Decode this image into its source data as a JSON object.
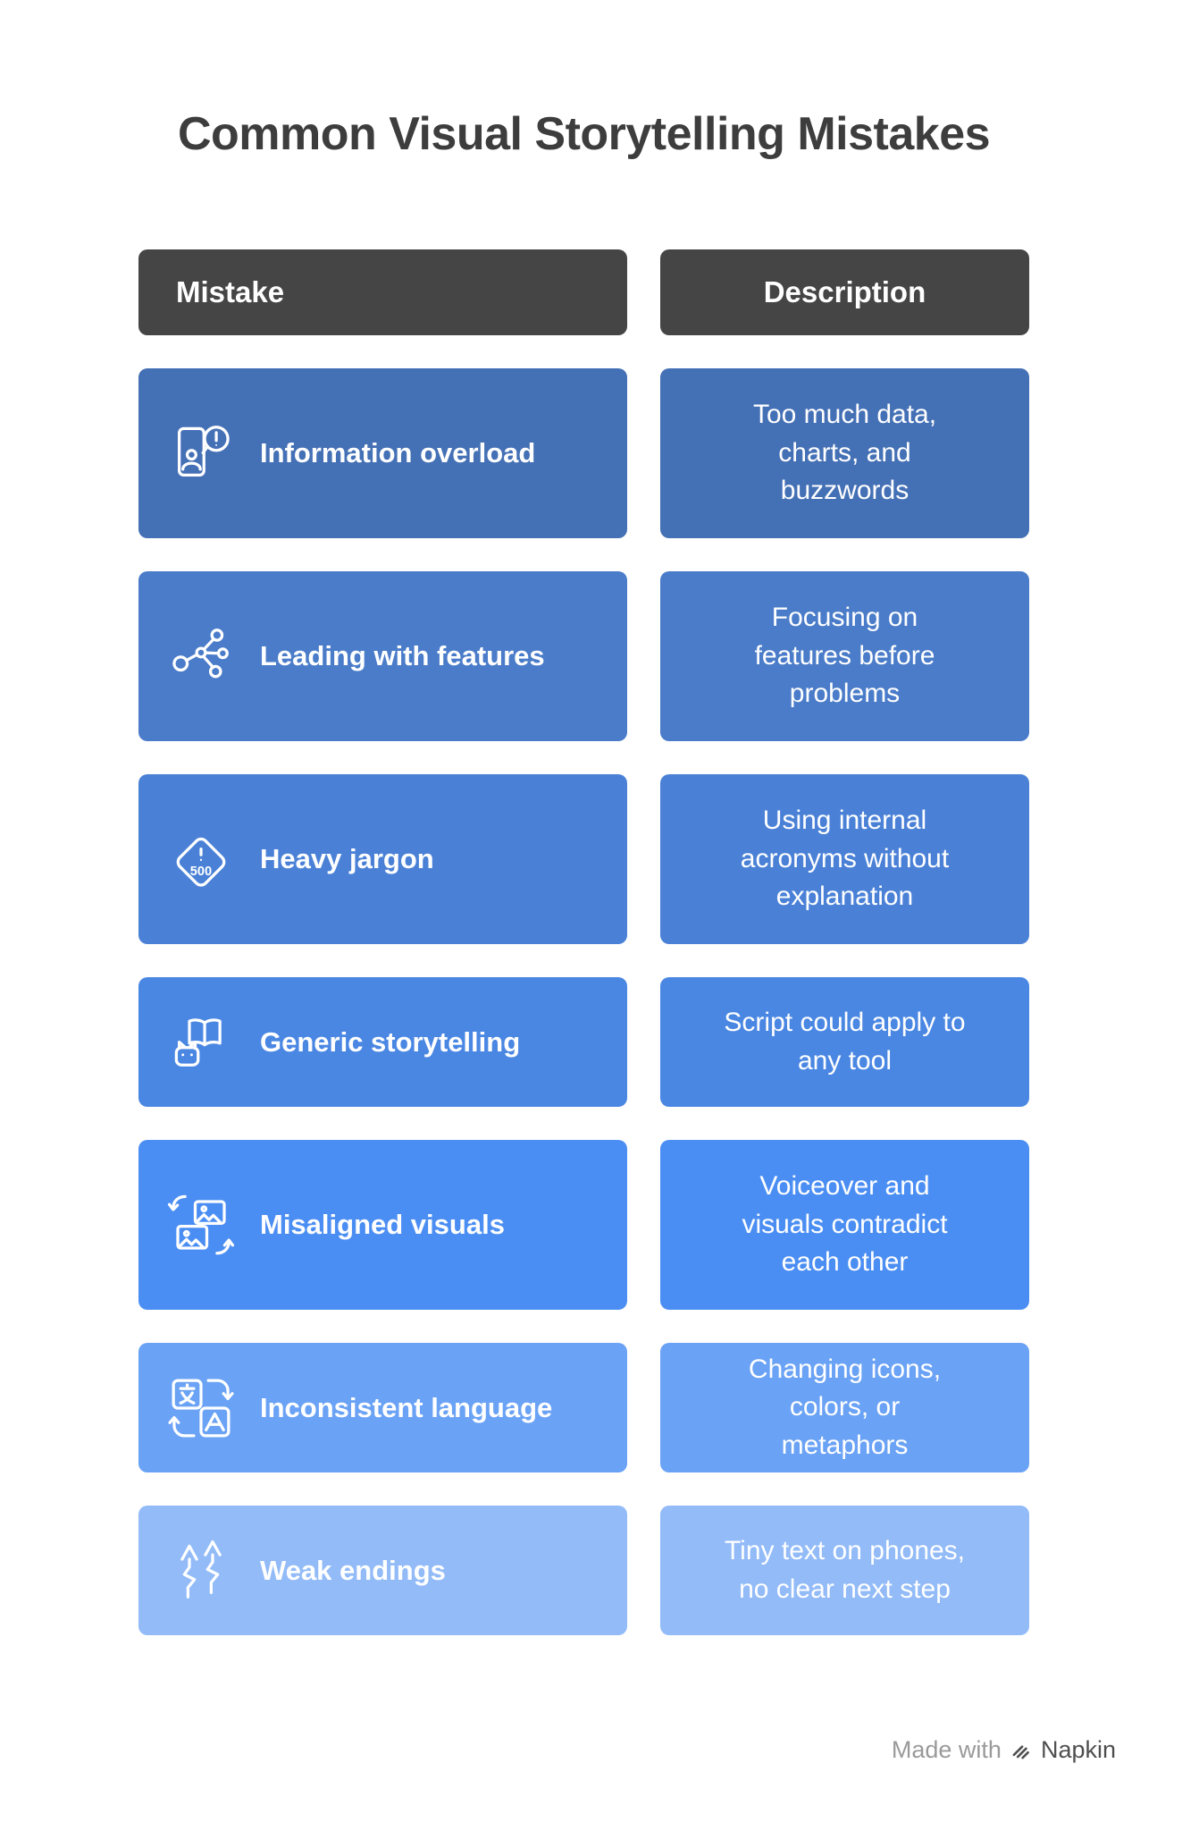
{
  "title": "Common Visual Storytelling Mistakes",
  "colors": {
    "page_bg": "#ffffff",
    "title_text": "#3d3d3d",
    "header_bg": "#454545",
    "row_text": "#ffffff"
  },
  "table": {
    "headers": [
      {
        "label": "Mistake"
      },
      {
        "label": "Description"
      }
    ],
    "rows": [
      {
        "mistake": "Information overload",
        "description": "Too much data, charts, and buzzwords",
        "icon": "phone-alert-icon",
        "color": "#4470b5"
      },
      {
        "mistake": "Leading with features",
        "description": "Focusing on features before problems",
        "icon": "network-nodes-icon",
        "color": "#4a7cc9"
      },
      {
        "mistake": "Heavy jargon",
        "description": "Using internal acronyms without explanation",
        "icon": "road-sign-500-icon",
        "color": "#4a81d7"
      },
      {
        "mistake": "Generic storytelling",
        "description": "Script could apply to any tool",
        "icon": "book-cat-icon",
        "color": "#4a87e3"
      },
      {
        "mistake": "Misaligned visuals",
        "description": "Voiceover and visuals contradict each other",
        "icon": "swap-images-icon",
        "color": "#4b8ef3"
      },
      {
        "mistake": "Inconsistent language",
        "description": "Changing icons, colors, or metaphors",
        "icon": "translate-icon",
        "color": "#6aa2f5"
      },
      {
        "mistake": "Weak endings",
        "description": "Tiny text on phones, no clear next step",
        "icon": "broken-arrows-icon",
        "color": "#92bbf8"
      }
    ]
  },
  "footer": {
    "made_with": "Made with",
    "brand": "Napkin"
  }
}
